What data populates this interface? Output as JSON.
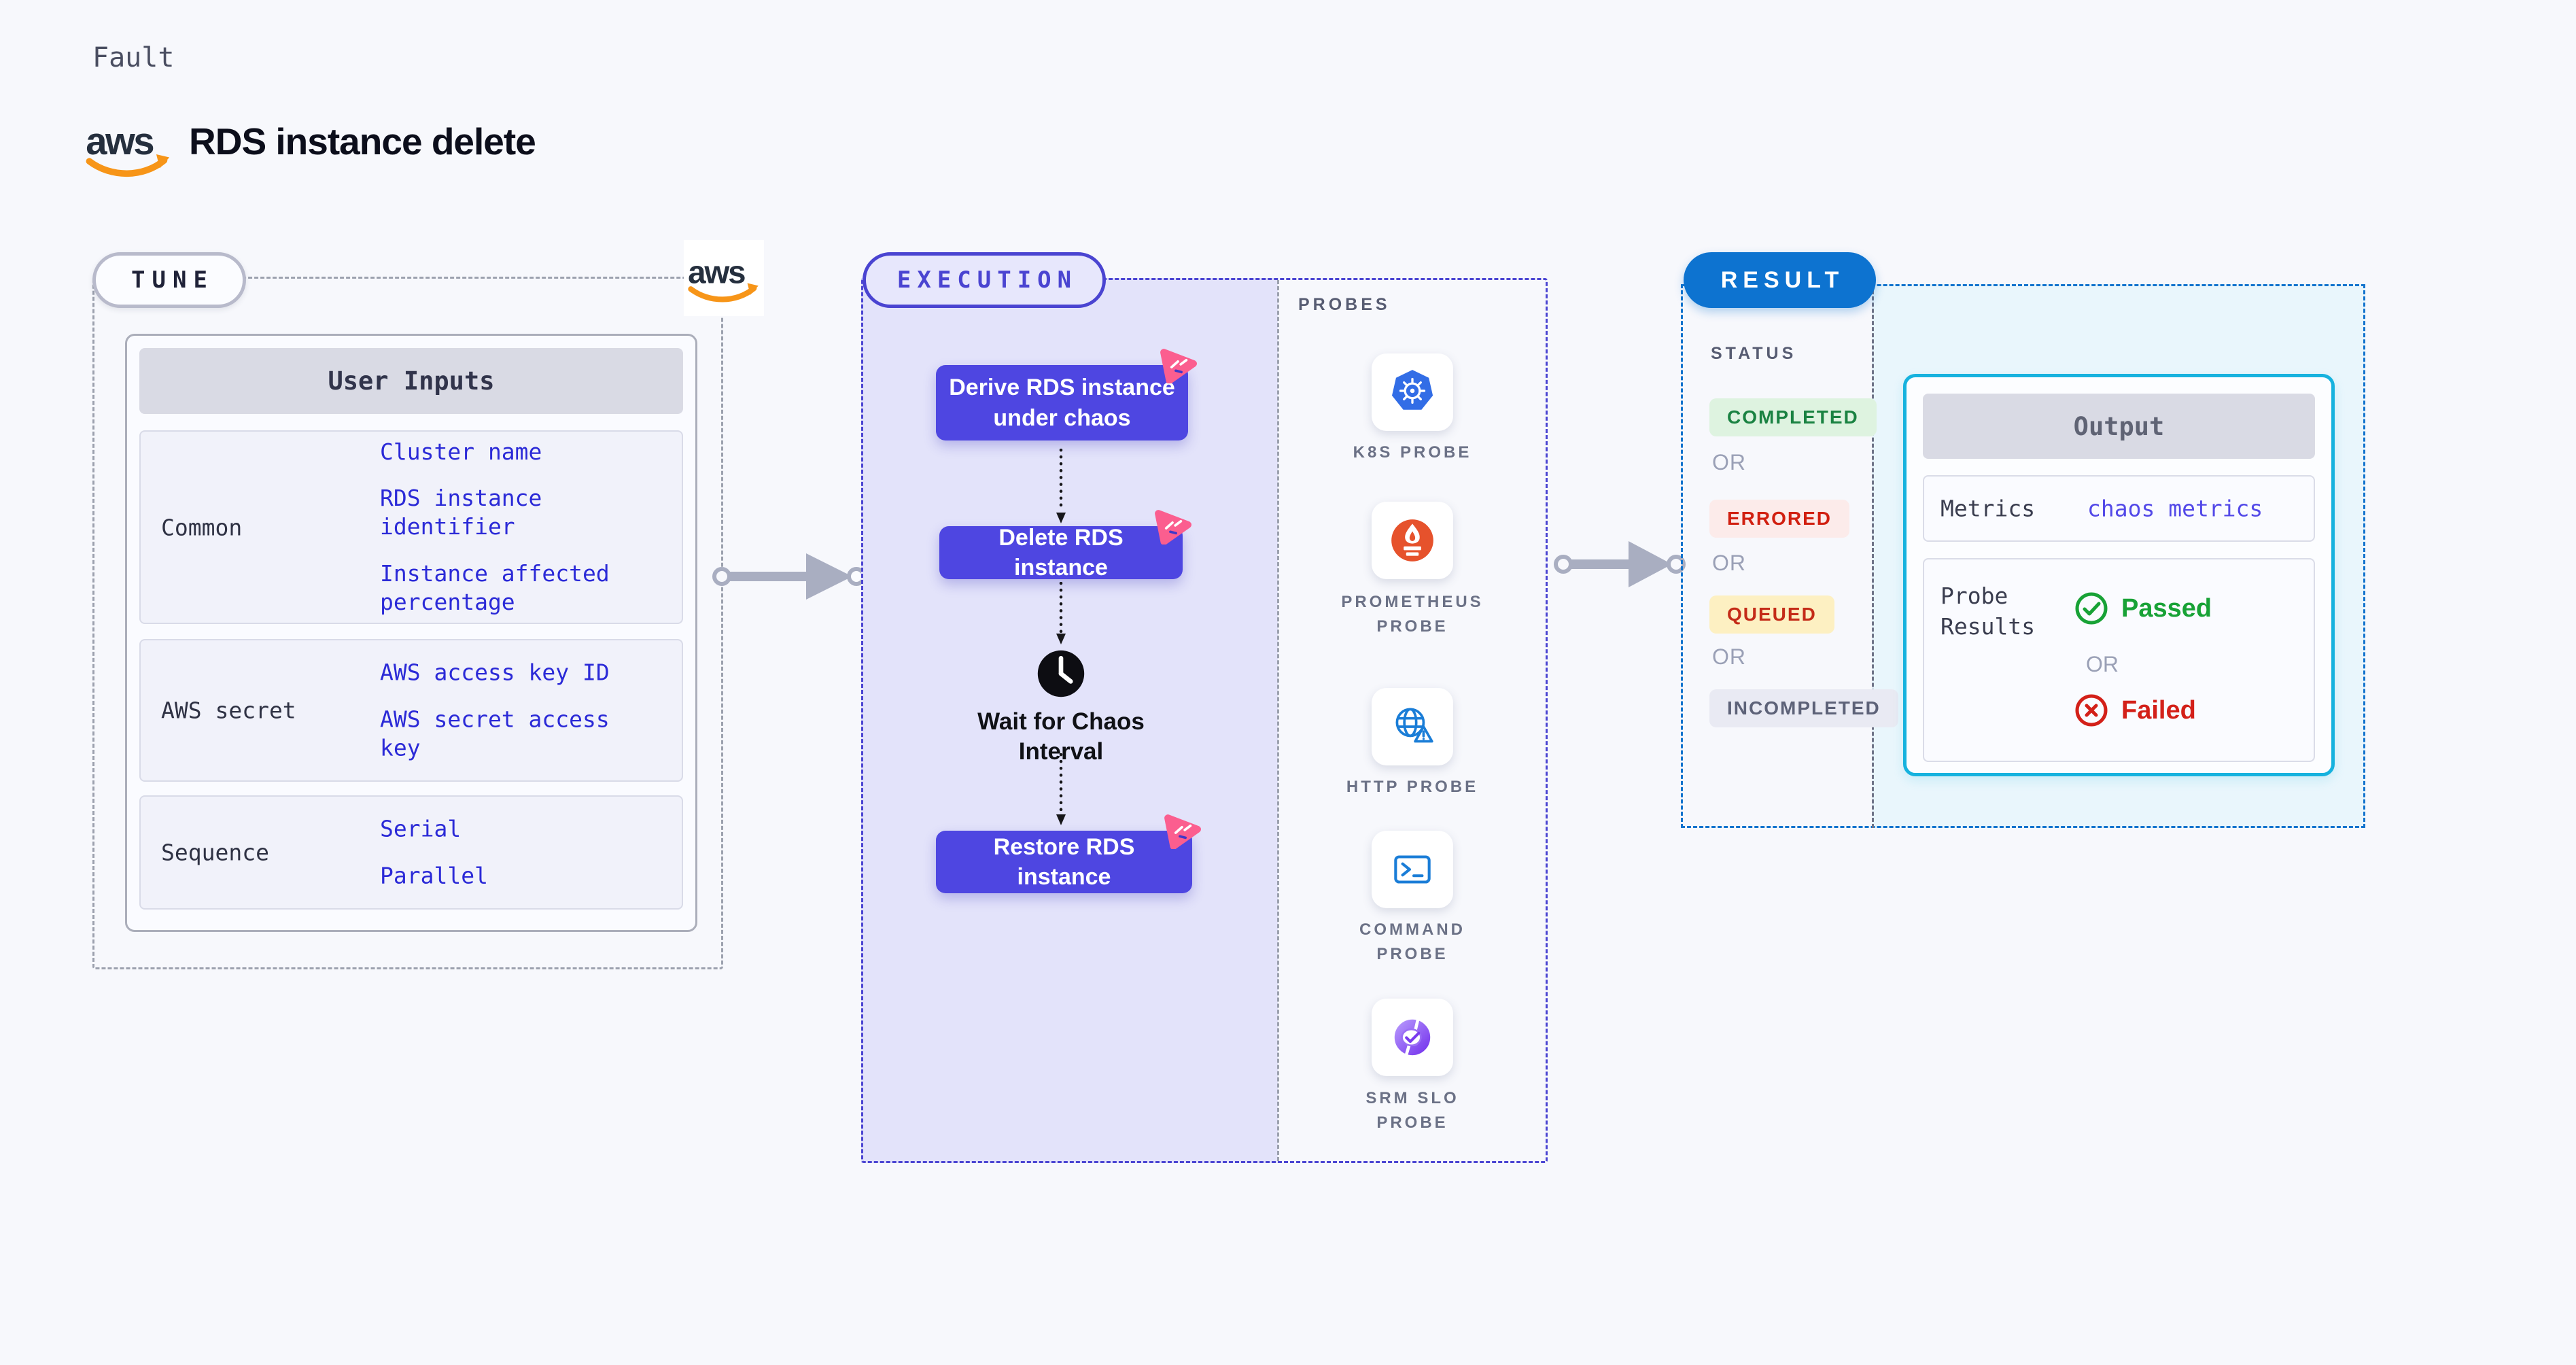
{
  "header": {
    "category_label": "Fault",
    "title": "RDS instance delete",
    "aws_wordmark": "aws"
  },
  "tune": {
    "pill_label": "TUNE",
    "table_header": "User Inputs",
    "rows": [
      {
        "label": "Common",
        "links": [
          "Cluster name",
          "RDS instance identifier",
          "Instance affected percentage"
        ]
      },
      {
        "label": "AWS secret",
        "links": [
          "AWS access key ID",
          "AWS secret access key"
        ]
      },
      {
        "label": "Sequence",
        "links": [
          "Serial",
          "Parallel"
        ]
      }
    ]
  },
  "execution": {
    "pill_label": "EXECUTION",
    "steps": [
      {
        "label": "Derive RDS instance under chaos"
      },
      {
        "label": "Delete RDS instance"
      },
      {
        "label": "Restore RDS instance"
      }
    ],
    "wait_step_label": "Wait for Chaos Interval"
  },
  "probes": {
    "title": "PROBES",
    "items": [
      {
        "label": "K8S PROBE",
        "icon": "kubernetes-icon"
      },
      {
        "label": "PROMETHEUS PROBE",
        "icon": "prometheus-icon"
      },
      {
        "label": "HTTP PROBE",
        "icon": "globe-alert-icon"
      },
      {
        "label": "COMMAND PROBE",
        "icon": "terminal-icon"
      },
      {
        "label": "SRM SLO PROBE",
        "icon": "slo-check-donut-icon"
      }
    ]
  },
  "result": {
    "pill_label": "RESULT",
    "status_title": "STATUS",
    "or_label": "OR",
    "statuses": [
      {
        "label": "COMPLETED",
        "text_color": "#1a8242",
        "bg_color": "#def3e0"
      },
      {
        "label": "ERRORED",
        "text_color": "#d11f10",
        "bg_color": "#fcebea"
      },
      {
        "label": "QUEUED",
        "text_color": "#c42b18",
        "bg_color": "#fdf0c2"
      },
      {
        "label": "INCOMPLETED",
        "text_color": "#5d6278",
        "bg_color": "#e9eaf3"
      }
    ],
    "output": {
      "header": "Output",
      "metrics_label": "Metrics",
      "metrics_link": "chaos metrics",
      "probe_results_label": "Probe Results",
      "passed_label": "Passed",
      "or_label": "OR",
      "failed_label": "Failed"
    }
  },
  "colors": {
    "accent_indigo": "#4e46e1",
    "execution_border": "#4b45d2",
    "result_blue": "#0d73d0",
    "output_card_border": "#16b2de",
    "link_blue": "#2b2ad7",
    "passed_green": "#18a236",
    "failed_red": "#d32019",
    "aws_orange": "#f79518",
    "fault_badge_pink": "#fb5e8f"
  }
}
